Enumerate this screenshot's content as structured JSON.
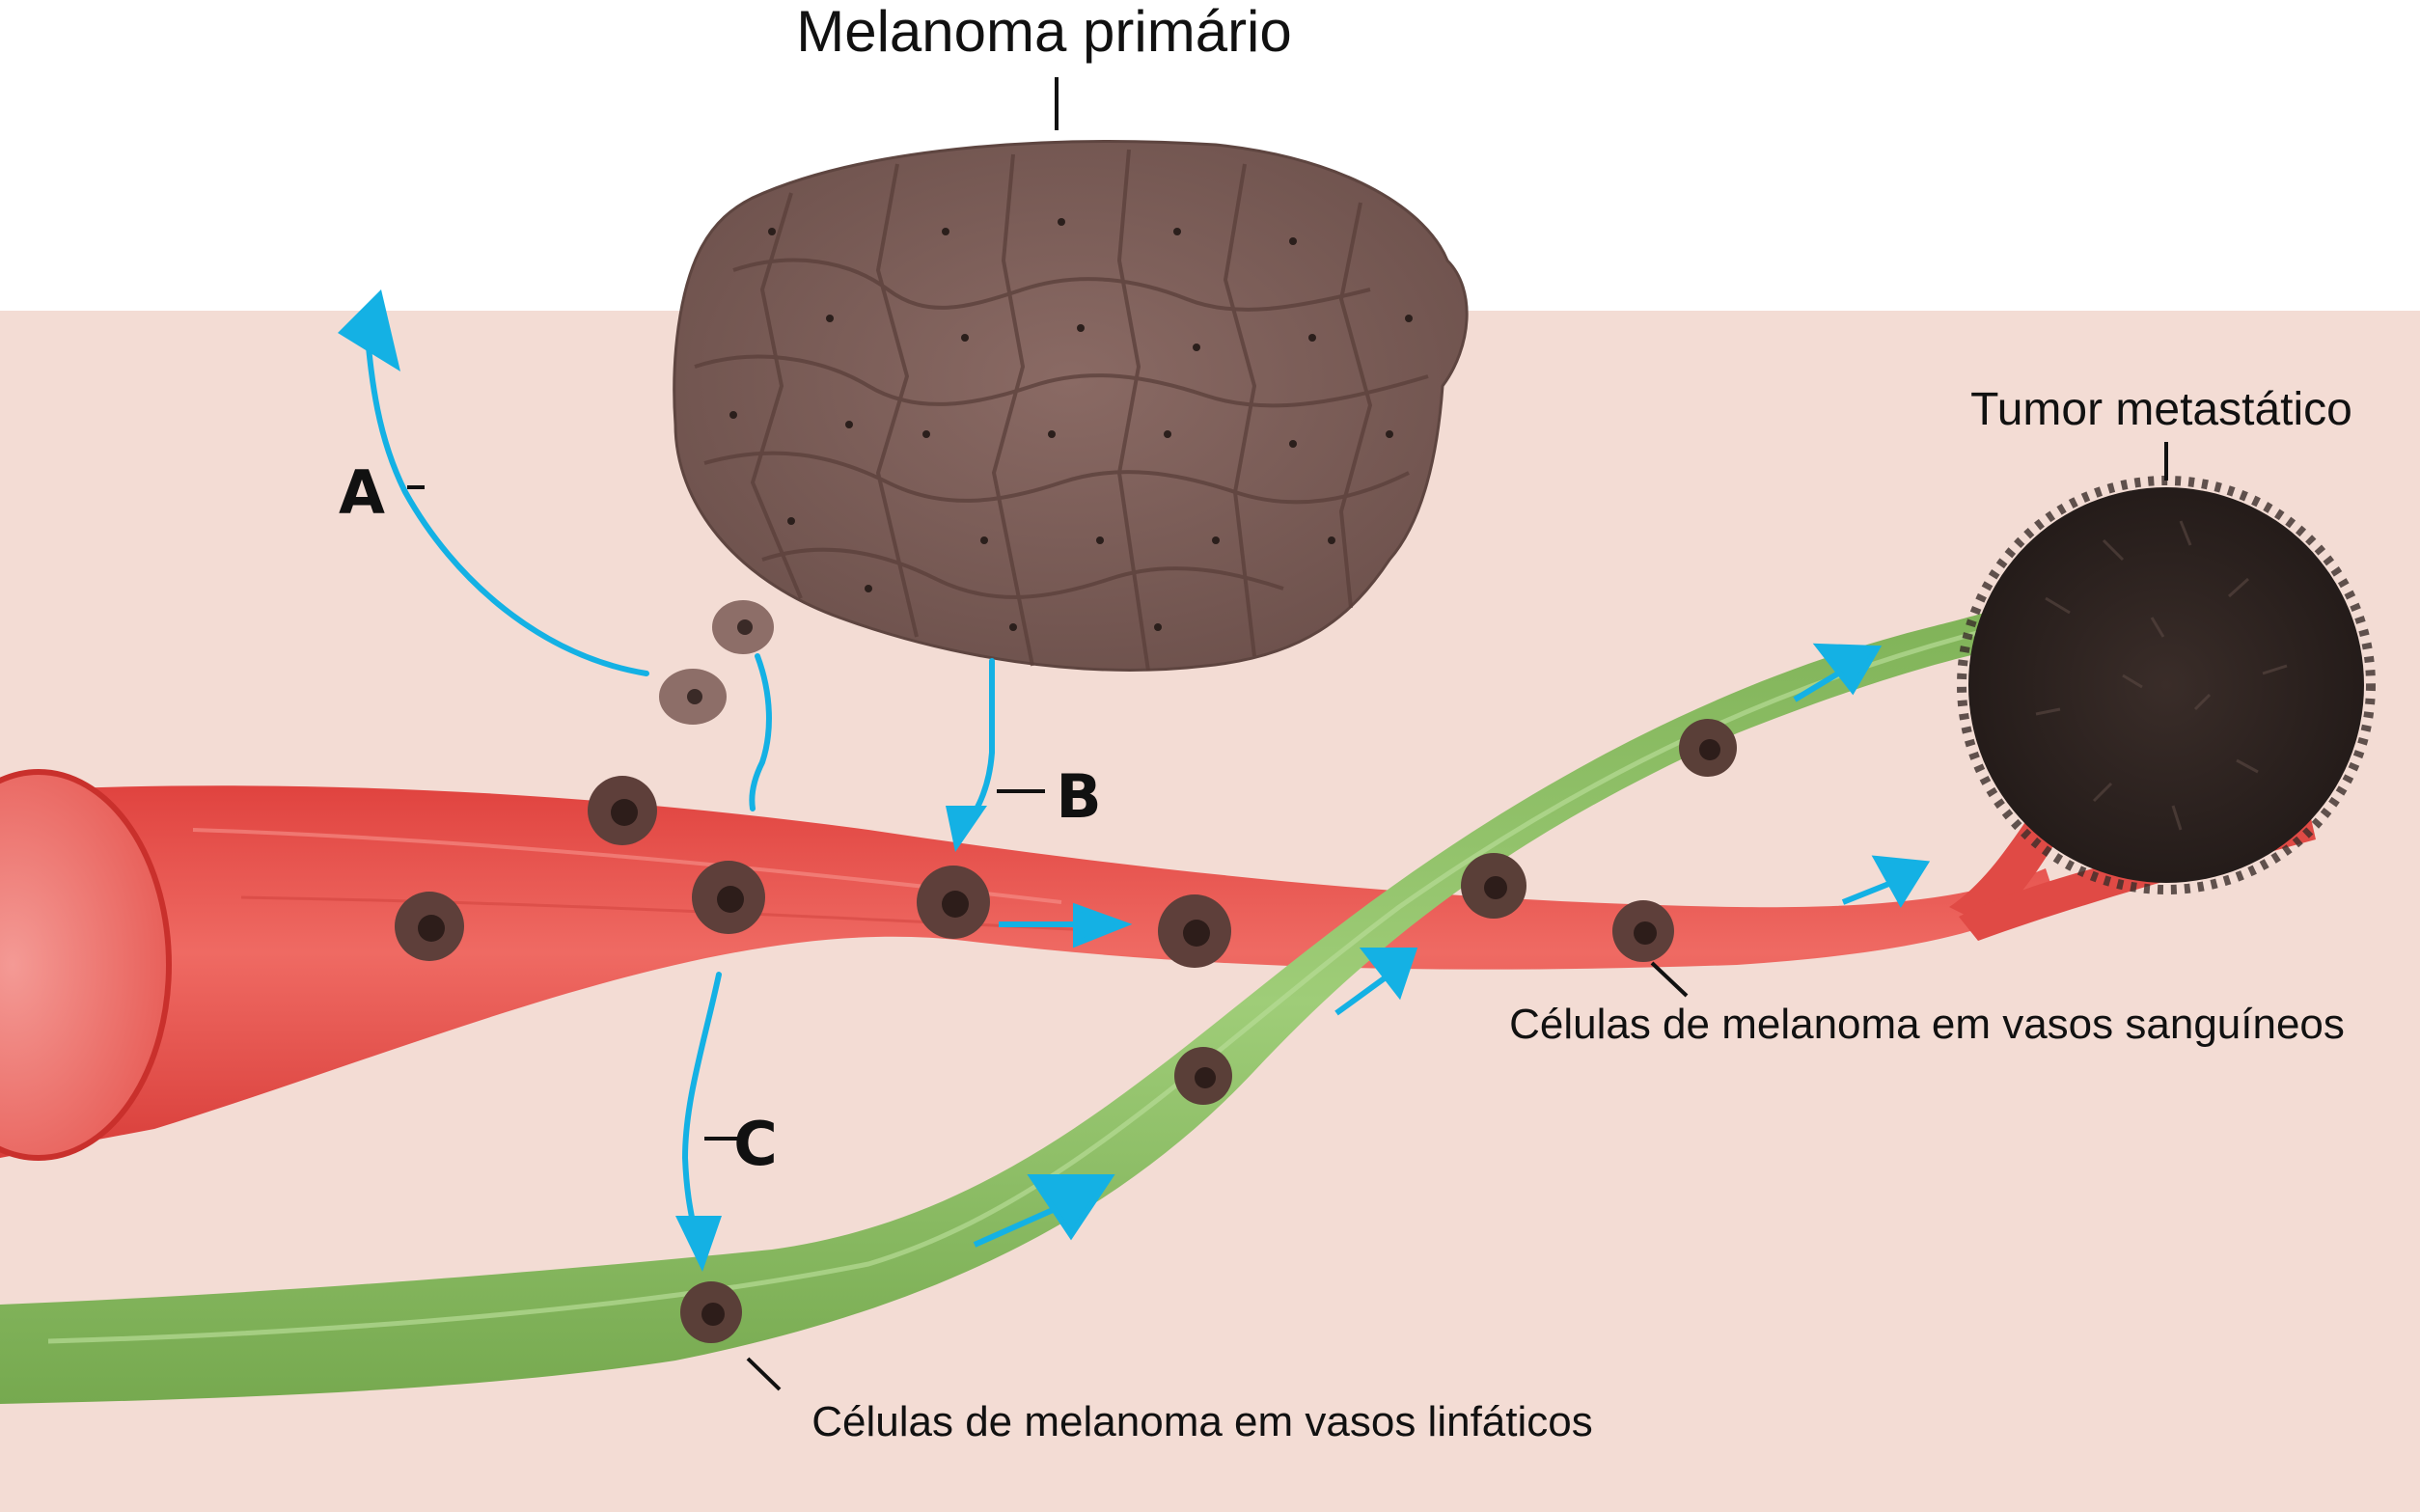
{
  "labels": {
    "primary_tumor": "Melanoma primário",
    "metastatic_tumor": "Tumor metastático",
    "blood_vessel_cells": "Células de melanoma em vasos sanguíneos",
    "lymph_vessel_cells": "Células de melanoma em vasos linfáticos",
    "route_a": "A",
    "route_b": "B",
    "route_c": "C"
  },
  "colors": {
    "tissue": "#f3dcd4",
    "blood_vessel": "#e8544f",
    "lymph_vessel": "#8cc063",
    "tumor_cells": "#7a5b55",
    "metastasis": "#2e2421",
    "arrows": "#14b1e4"
  },
  "icons": {
    "primary_tumor": "cell-cluster-icon",
    "metastatic_tumor": "dark-mass-icon",
    "route_arrow": "blue-arrow-icon"
  }
}
